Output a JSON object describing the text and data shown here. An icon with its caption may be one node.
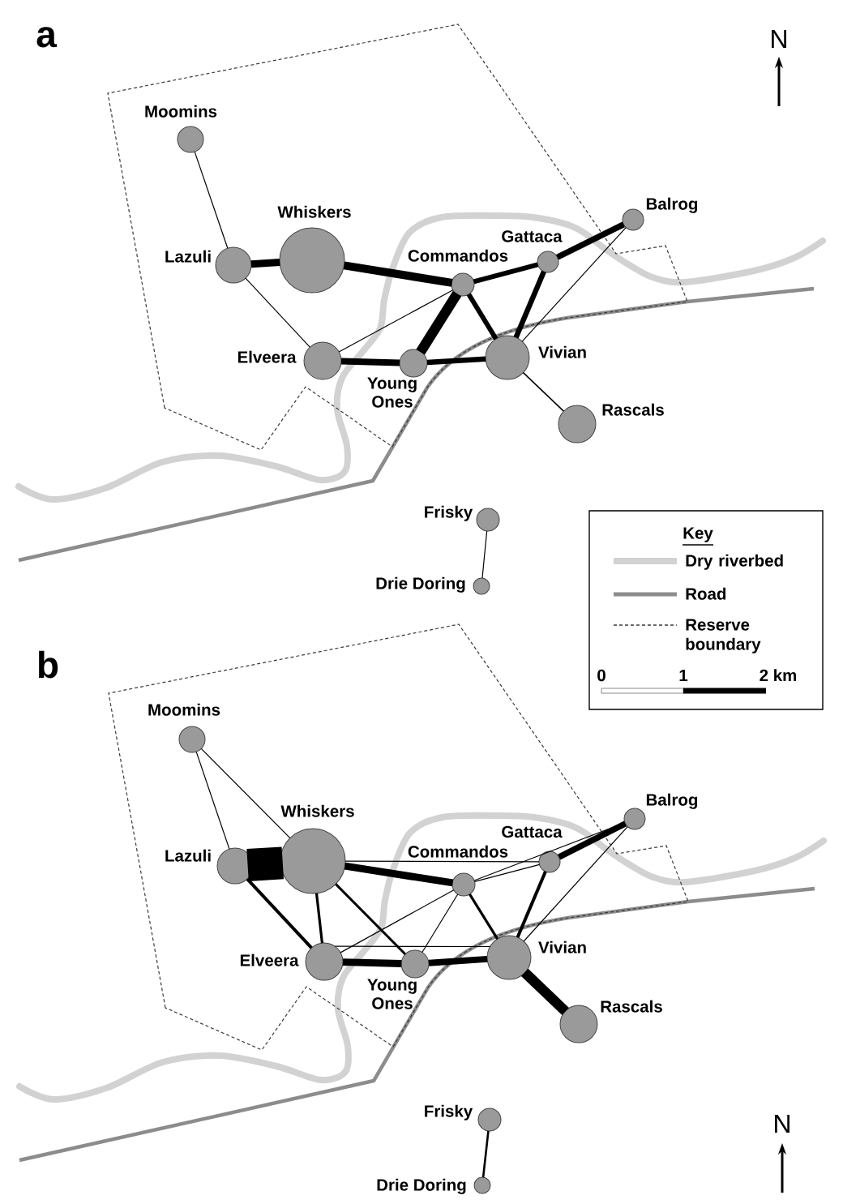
{
  "diagram": {
    "nodes": [
      {
        "text": [],
        "shape": "circle",
        "beside": [
          "Moomins"
        ]
      },
      {
        "text": [],
        "shape": "circle",
        "beside": [
          "Whiskers"
        ]
      },
      {
        "text": [],
        "shape": "circle",
        "beside": [
          "Lazuli"
        ]
      },
      {
        "text": [],
        "shape": "circle",
        "beside": [
          "Balrog"
        ]
      },
      {
        "text": [],
        "shape": "circle",
        "beside": [
          "Gattaca"
        ]
      },
      {
        "text": [],
        "shape": "circle",
        "beside": [
          "Commandos"
        ]
      },
      {
        "text": [],
        "shape": "circle",
        "beside": [
          "Elveera"
        ]
      },
      {
        "text": [],
        "shape": "circle",
        "beside": [
          "Young Ones"
        ]
      },
      {
        "text": [],
        "shape": "circle",
        "beside": [
          "Vivian"
        ]
      },
      {
        "text": [],
        "shape": "circle",
        "beside": [
          "Rascals"
        ]
      },
      {
        "text": [],
        "shape": "circle",
        "beside": [
          "Frisky"
        ]
      },
      {
        "text": [],
        "shape": "circle",
        "beside": [
          "Drie Doring"
        ]
      },
      {
        "text": [],
        "shape": "circle",
        "beside": [
          "Moomins"
        ]
      },
      {
        "text": [],
        "shape": "circle",
        "beside": [
          "Whiskers"
        ]
      },
      {
        "text": [],
        "shape": "circle",
        "beside": [
          "Lazuli"
        ]
      },
      {
        "text": [],
        "shape": "circle",
        "beside": [
          "Balrog"
        ]
      },
      {
        "text": [],
        "shape": "circle",
        "beside": [
          "Gattaca"
        ]
      },
      {
        "text": [],
        "shape": "circle",
        "beside": [
          "Commandos"
        ]
      },
      {
        "text": [],
        "shape": "circle",
        "beside": [
          "Elveera"
        ]
      },
      {
        "text": [],
        "shape": "circle",
        "beside": [
          "Young Ones"
        ]
      },
      {
        "text": [],
        "shape": "circle",
        "beside": [
          "Vivian"
        ]
      },
      {
        "text": [],
        "shape": "circle",
        "beside": [
          "Rascals"
        ]
      },
      {
        "text": [],
        "shape": "circle",
        "beside": [
          "Frisky"
        ]
      },
      {
        "text": [],
        "shape": "circle",
        "beside": [
          "Drie Doring"
        ]
      }
    ],
    "edges": [
      {
        "from": 0,
        "to": 2,
        "arrow": "none"
      },
      {
        "from": 2,
        "to": 1,
        "arrow": "none",
        "style": "thick"
      },
      {
        "from": 1,
        "to": 5,
        "arrow": "none",
        "style": "thick"
      },
      {
        "from": 2,
        "to": 6,
        "arrow": "none"
      },
      {
        "from": 6,
        "to": 5,
        "arrow": "none"
      },
      {
        "from": 6,
        "to": 7,
        "arrow": "none",
        "style": "thick"
      },
      {
        "from": 7,
        "to": 5,
        "arrow": "none",
        "style": "thick"
      },
      {
        "from": 7,
        "to": 8,
        "arrow": "none",
        "style": "thick"
      },
      {
        "from": 5,
        "to": 4,
        "arrow": "none",
        "style": "thick"
      },
      {
        "from": 5,
        "to": 8,
        "arrow": "none",
        "style": "thick"
      },
      {
        "from": 4,
        "to": 8,
        "arrow": "none",
        "style": "thick"
      },
      {
        "from": 4,
        "to": 3,
        "arrow": "none",
        "style": "thick"
      },
      {
        "from": 3,
        "to": 8,
        "arrow": "none"
      },
      {
        "from": 8,
        "to": 9,
        "arrow": "none"
      },
      {
        "from": 10,
        "to": 11,
        "arrow": "none"
      },
      {
        "from": 12,
        "to": 14,
        "arrow": "none"
      },
      {
        "from": 12,
        "to": 13,
        "arrow": "none"
      },
      {
        "from": 14,
        "to": 13,
        "arrow": "none",
        "style": "thick"
      },
      {
        "from": 13,
        "to": 17,
        "arrow": "none",
        "style": "thick"
      },
      {
        "from": 13,
        "to": 16,
        "arrow": "none"
      },
      {
        "from": 14,
        "to": 18,
        "arrow": "none"
      },
      {
        "from": 13,
        "to": 18,
        "arrow": "none"
      },
      {
        "from": 13,
        "to": 19,
        "arrow": "none"
      },
      {
        "from": 18,
        "to": 17,
        "arrow": "none"
      },
      {
        "from": 18,
        "to": 20,
        "arrow": "none"
      },
      {
        "from": 18,
        "to": 19,
        "arrow": "none",
        "style": "thick"
      },
      {
        "from": 19,
        "to": 17,
        "arrow": "none"
      },
      {
        "from": 19,
        "to": 20,
        "arrow": "none",
        "style": "thick"
      },
      {
        "from": 17,
        "to": 16,
        "arrow": "none"
      },
      {
        "from": 17,
        "to": 15,
        "arrow": "none"
      },
      {
        "from": 17,
        "to": 20,
        "arrow": "none"
      },
      {
        "from": 16,
        "to": 20,
        "arrow": "none"
      },
      {
        "from": 16,
        "to": 15,
        "arrow": "none",
        "style": "thick"
      },
      {
        "from": 15,
        "to": 20,
        "arrow": "none"
      },
      {
        "from": 20,
        "to": 21,
        "arrow": "none",
        "style": "thick"
      },
      {
        "from": 22,
        "to": 23,
        "arrow": "none"
      }
    ],
    "labels": [
      "a",
      "N",
      "Key",
      "0",
      "1",
      "2 km",
      "b",
      "N"
    ],
    "legend": [
      {
        "text": "Dry riverbed"
      },
      {
        "text": "Road"
      },
      {
        "text": "Reserve boundary"
      }
    ]
  }
}
